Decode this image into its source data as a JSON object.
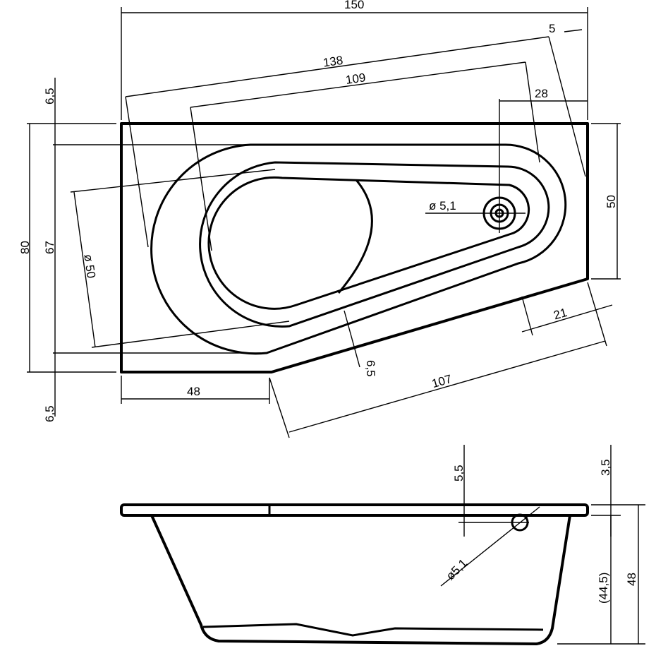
{
  "top_view": {
    "width_total": "150",
    "offset_right": "5",
    "length_long_edge": "138",
    "length_inner": "109",
    "drain_offset": "28",
    "rim_top": "6,5",
    "height_total": "80",
    "height_inner": "67",
    "basin_diameter": "ø 50",
    "drain_diameter": "ø 5,1",
    "height_right": "50",
    "slant_offset": "21",
    "rim_slant": "6,5",
    "slant_length": "107",
    "bottom_length": "48",
    "rim_bottom": "6,5"
  },
  "side_view": {
    "overflow_offset": "5,5",
    "rim_thickness": "3,5",
    "overflow_diameter": "ø5,1",
    "inner_depth": "(44,5)",
    "total_depth": "48"
  }
}
